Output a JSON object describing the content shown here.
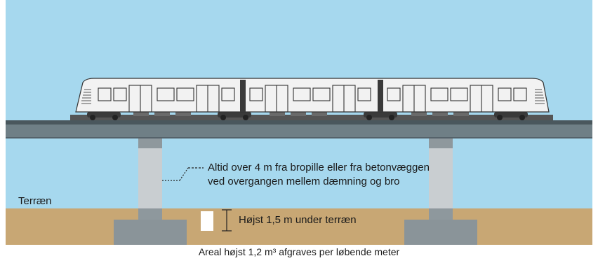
{
  "labels": {
    "terrain": "Terræn",
    "clearance_line1": "Altid over 4 m fra bropille eller fra betonvæggen",
    "clearance_line2": "ved overgangen mellem dæmning og bro",
    "depth": "Højst 1,5 m under terræn",
    "caption": "Areal højst 1,2 m³ afgraves per løbende meter"
  },
  "colors": {
    "sky": "#a6d8ee",
    "ground": "#c8a774",
    "deck": "#6f7f86",
    "deck_top": "#4a575d",
    "pillar_light": "#c9ced1",
    "pillar_dark": "#8e989d",
    "footing": "#8a9499",
    "train_body": "#f2f2f2",
    "train_outline": "#333333",
    "excavation": "#ffffff"
  },
  "icons": {
    "train": "metro-train-icon",
    "bridge_deck": "bridge-deck-shape",
    "pillar": "bridge-pillar-shape"
  }
}
